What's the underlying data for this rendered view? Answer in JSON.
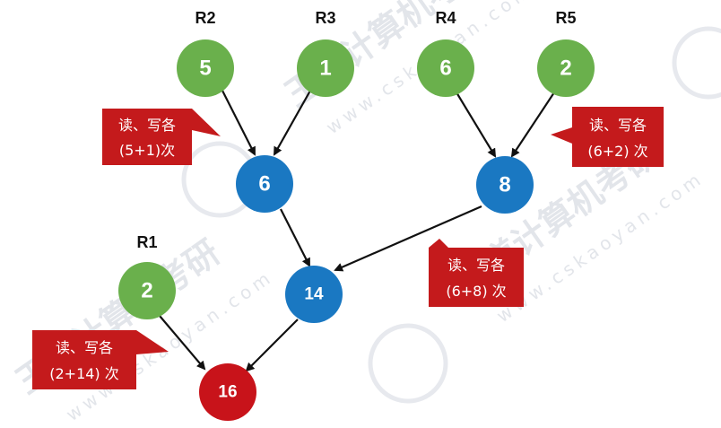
{
  "colors": {
    "leaf": "#6ab04c",
    "merge": "#1a78c2",
    "final": "#c8131a",
    "callout": "#c41a1c",
    "edge": "#111111",
    "watermark": "#d9dce3"
  },
  "watermark": {
    "text": "www.cskaoyan.com",
    "brand": "王道计算机考研"
  },
  "runs": [
    {
      "id": "r2",
      "name": "R2",
      "value": "5"
    },
    {
      "id": "r3",
      "name": "R3",
      "value": "1"
    },
    {
      "id": "r4",
      "name": "R4",
      "value": "6"
    },
    {
      "id": "r5",
      "name": "R5",
      "value": "2"
    },
    {
      "id": "r1",
      "name": "R1",
      "value": "2"
    }
  ],
  "merges": [
    {
      "id": "m1",
      "value": "6"
    },
    {
      "id": "m2",
      "value": "8"
    },
    {
      "id": "m3",
      "value": "14"
    },
    {
      "id": "m4",
      "value": "16"
    }
  ],
  "callouts": [
    {
      "id": "c1",
      "line1": "读、写各",
      "line2": "(5+1)次"
    },
    {
      "id": "c2",
      "line1": "读、写各",
      "line2": "(6+2) 次"
    },
    {
      "id": "c3",
      "line1": "读、写各",
      "line2": "(6+8) 次"
    },
    {
      "id": "c4",
      "line1": "读、写各",
      "line2": "(2+14) 次"
    }
  ]
}
